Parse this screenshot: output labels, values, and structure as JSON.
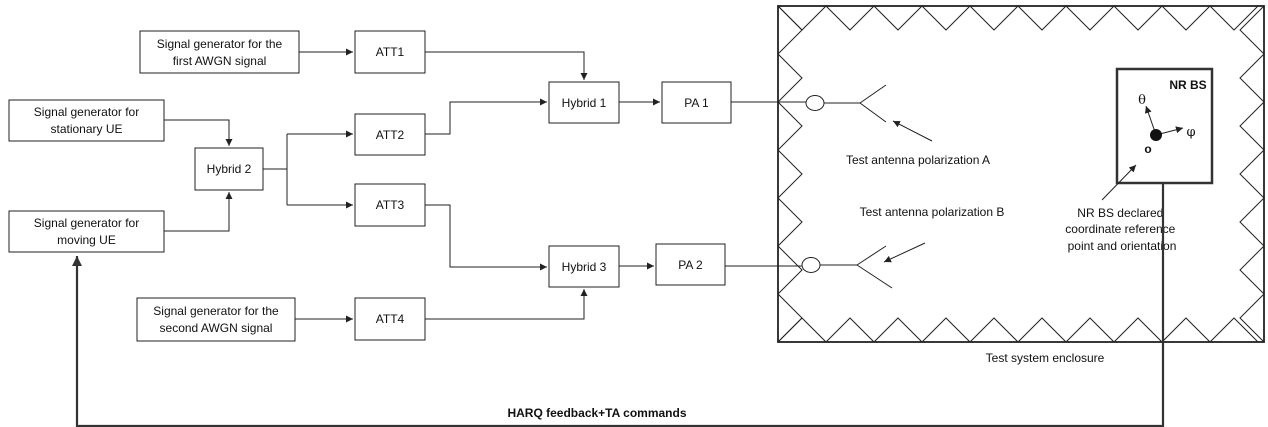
{
  "blocks": {
    "sg_awgn1": [
      "Signal generator for the",
      "first AWGN signal"
    ],
    "sg_stationary": [
      "Signal generator for",
      "stationary UE"
    ],
    "sg_moving": [
      "Signal generator for",
      "moving UE"
    ],
    "sg_awgn2": [
      "Signal generator for the",
      "second AWGN signal"
    ],
    "att1": "ATT1",
    "att2": "ATT2",
    "att3": "ATT3",
    "att4": "ATT4",
    "hybrid1": "Hybrid 1",
    "hybrid2": "Hybrid 2",
    "hybrid3": "Hybrid 3",
    "pa1": "PA 1",
    "pa2": "PA 2",
    "nr_bs": "NR BS"
  },
  "labels": {
    "test_ant_a": "Test antenna polarization A",
    "test_ant_b": "Test antenna polarization B",
    "bs_reference": [
      "NR BS declared",
      "coordinate reference",
      "point and orientation"
    ],
    "enclosure": "Test system enclosure",
    "feedback": "HARQ feedback+TA commands"
  },
  "symbols": {
    "theta": "θ",
    "phi": "φ",
    "origin": "o"
  },
  "colors": {
    "line": "#222222",
    "background": "#ffffff"
  }
}
